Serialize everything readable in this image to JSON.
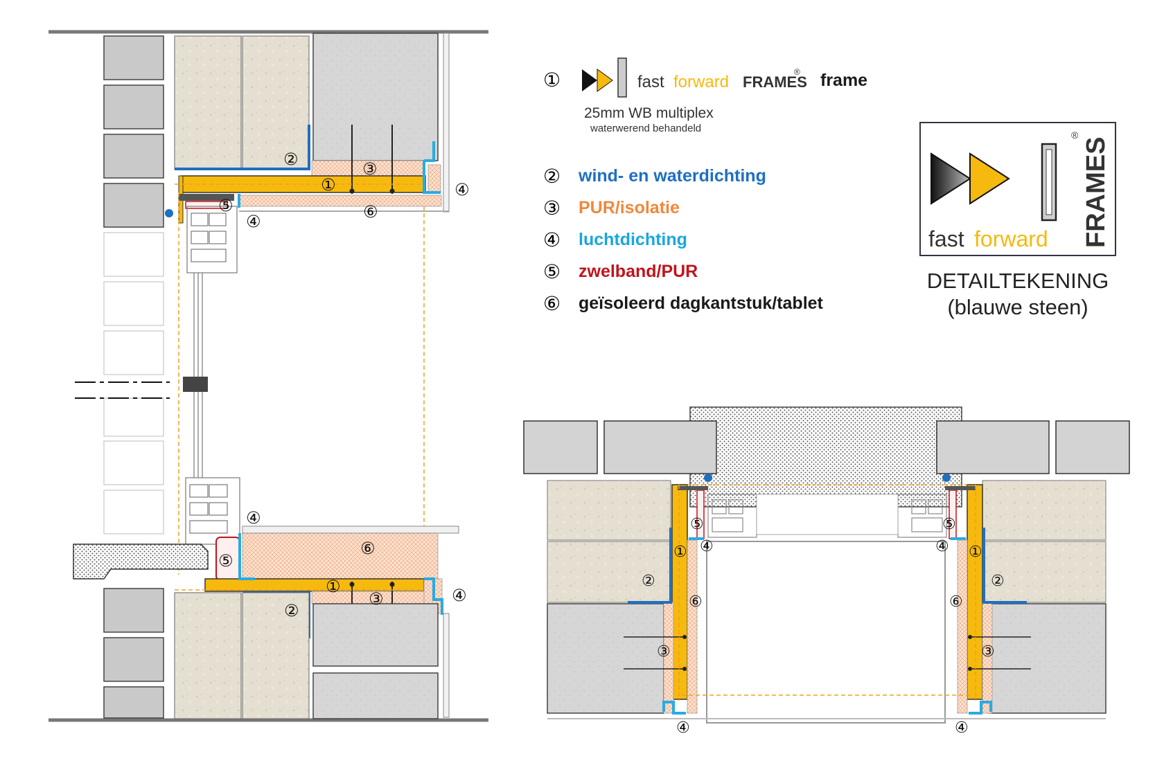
{
  "legend": {
    "items": [
      {
        "num": "①",
        "text": "frame",
        "color": "#1a1a1a"
      },
      {
        "num": "②",
        "text": "wind- en waterdichting",
        "color": "#1f6fc1"
      },
      {
        "num": "③",
        "text": "PUR/isolatie",
        "color": "#f0883a"
      },
      {
        "num": "④",
        "text": "luchtdichting",
        "color": "#1aa6e0"
      },
      {
        "num": "⑤",
        "text": "zwelband/PUR",
        "color": "#c0141c"
      },
      {
        "num": "⑥",
        "text": "geïsoleerd dagkantstuk/tablet",
        "color": "#1a1a1a"
      }
    ],
    "brand_fast": "fast",
    "brand_forward": "forward",
    "brand_frames": "FRAMES",
    "registered": "®",
    "frame_sub1": "25mm WB multiplex",
    "frame_sub2": "waterwerend behandeld"
  },
  "logo": {
    "fast": "fast",
    "forward": "forward",
    "frames": "FRAMES",
    "mark": "®",
    "caption1": "DETAILTEKENING",
    "caption2": "(blauwe steen)"
  },
  "callouts": {
    "n1": "①",
    "n2": "②",
    "n3": "③",
    "n4": "④",
    "n5": "⑤",
    "n6": "⑥"
  },
  "colors": {
    "frame_yellow": "#f6b90e",
    "wind_blue": "#1f6fc1",
    "air_blue": "#29abe2",
    "pur_orange": "#f0883a",
    "swell_red": "#c0141c",
    "brick_gray": "#c9c9c9",
    "stone_beige": "#e3ddcf",
    "concrete_gray": "#d3d3d3"
  }
}
